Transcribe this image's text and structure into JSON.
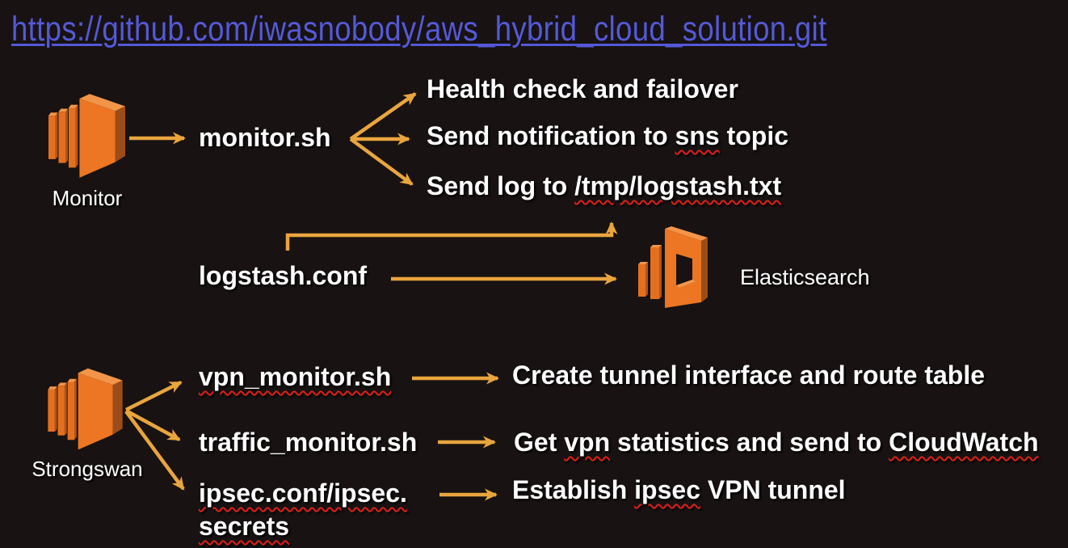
{
  "header": {
    "repo_url": "https://github.com/iwasnobody/aws_hybrid_cloud_solution.git"
  },
  "colors": {
    "background": "#181212",
    "text": "#ffffff",
    "arrow": "#e9a53d",
    "link": "#5459d8",
    "spellcheck_underline": "#e0201c",
    "aws_icon_front": "#ec7623",
    "aws_icon_side": "#9c4c18",
    "aws_icon_top": "#f29549"
  },
  "monitor": {
    "icon": "aws-ec2-instance-icon",
    "label": "Monitor",
    "script": "monitor.sh",
    "task_health": "Health check and failover",
    "task_notify_pre": "Send notification to ",
    "task_notify_misspelled": "sns",
    "task_notify_post": " topic",
    "task_log_pre": "Send log to ",
    "task_log_misspelled": "/tmp/logstash.txt"
  },
  "logstash": {
    "conf_file": "logstash.conf",
    "icon": "aws-elasticsearch-icon",
    "target_label": "Elasticsearch"
  },
  "strongswan": {
    "icon": "aws-ec2-instance-icon",
    "label": "Strongswan",
    "vpn_script": "vpn_monitor.sh",
    "vpn_desc": "Create tunnel interface and route table",
    "traffic_script": "traffic_monitor.sh",
    "traffic_desc_pre": "Get ",
    "traffic_desc_mis1": "vpn",
    "traffic_desc_mid": " statistics and send to ",
    "traffic_desc_mis2": "CloudWatch",
    "ipsec_files_line1": "ipsec.conf/ipsec.",
    "ipsec_files_line2": "secrets",
    "ipsec_desc_pre": "Establish ",
    "ipsec_desc_mis": "ipsec",
    "ipsec_desc_post": " VPN tunnel"
  }
}
